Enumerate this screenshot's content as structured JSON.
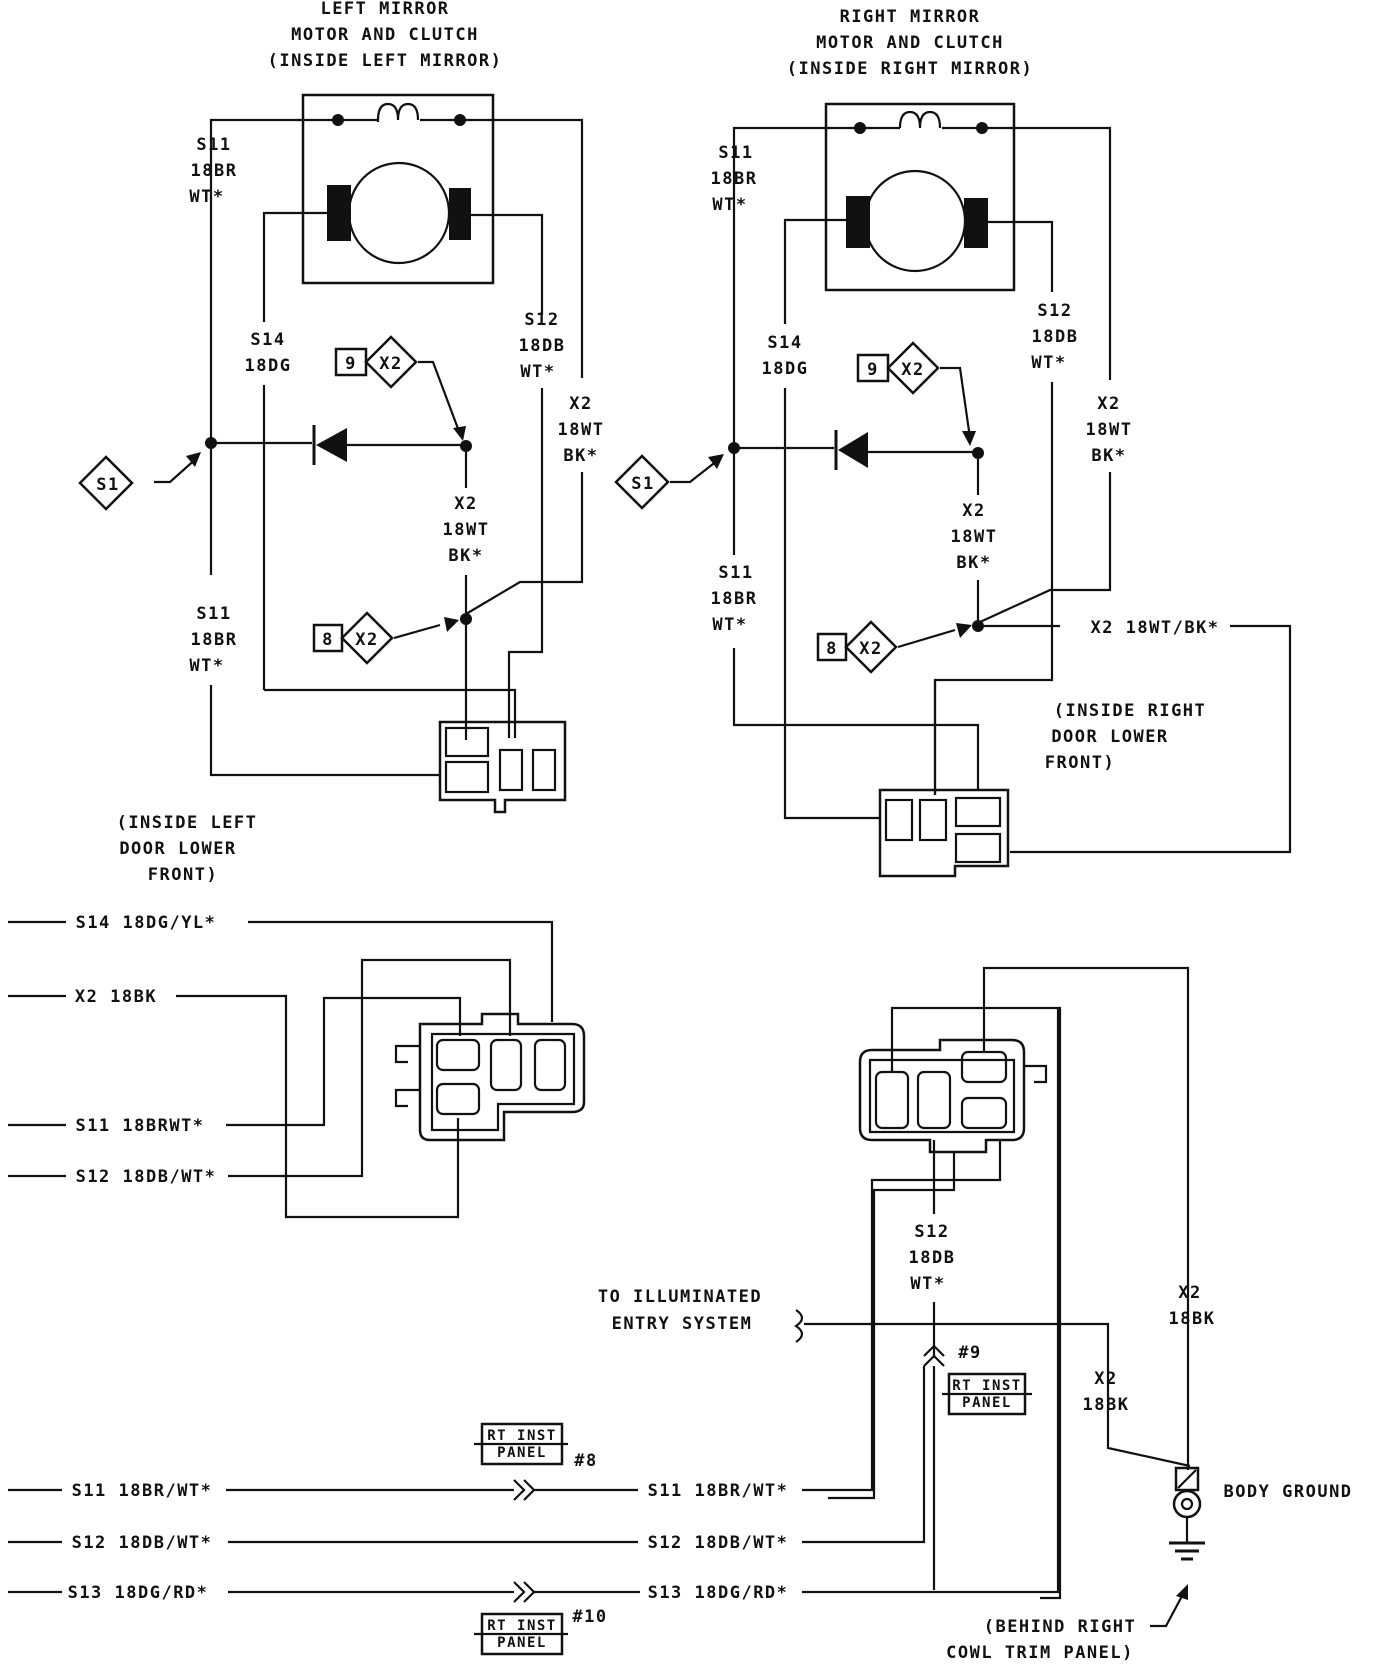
{
  "left_mirror": {
    "title": [
      "LEFT MIRROR",
      "MOTOR AND CLUTCH",
      "(INSIDE LEFT MIRROR)"
    ],
    "s11_top": [
      "S11",
      "18BR",
      "WT*"
    ],
    "s14": [
      "S14",
      "18DG"
    ],
    "s12": [
      "S12",
      "18DB",
      "WT*"
    ],
    "x2_right": [
      "X2",
      "18WT",
      "BK*"
    ],
    "x2_mid": [
      "X2",
      "18WT",
      "BK*"
    ],
    "s11_low": [
      "S11",
      "18BR",
      "WT*"
    ],
    "splice_s1": "S1",
    "conn9_num": "9",
    "conn9_id": "X2",
    "conn8_num": "8",
    "conn8_id": "X2",
    "location": [
      "(INSIDE LEFT",
      "DOOR LOWER",
      "FRONT)"
    ]
  },
  "right_mirror": {
    "title": [
      "RIGHT MIRROR",
      "MOTOR AND CLUTCH",
      "(INSIDE RIGHT MIRROR)"
    ],
    "s11_top": [
      "S11",
      "18BR",
      "WT*"
    ],
    "s14": [
      "S14",
      "18DG"
    ],
    "s12": [
      "S12",
      "18DB",
      "WT*"
    ],
    "x2_right": [
      "X2",
      "18WT",
      "BK*"
    ],
    "x2_mid": [
      "X2",
      "18WT",
      "BK*"
    ],
    "s11_low": [
      "S11",
      "18BR",
      "WT*"
    ],
    "x2_out": "X2 18WT/BK*",
    "splice_s1": "S1",
    "conn9_num": "9",
    "conn9_id": "X2",
    "conn8_num": "8",
    "conn8_id": "X2",
    "location": [
      "(INSIDE RIGHT",
      "DOOR LOWER",
      "FRONT)"
    ]
  },
  "left_connector_wires": [
    "S14 18DG/YL*",
    "X2 18BK",
    "S11 18BRWT*",
    "S12 18DB/WT*"
  ],
  "right_lower": {
    "s12": [
      "S12",
      "18DB",
      "WT*"
    ],
    "illuminated": [
      "TO ILLUMINATED",
      "ENTRY SYSTEM"
    ],
    "x2_a": [
      "X2",
      "18BK"
    ],
    "x2_b": [
      "X2",
      "18BK"
    ],
    "body_ground": "BODY GROUND",
    "ground_location": [
      "(BEHIND RIGHT",
      "COWL TRIM PANEL)"
    ],
    "conn9_ref": "#9",
    "rt_inst_panel_9": [
      "RT INST",
      "PANEL"
    ]
  },
  "bottom_wires": {
    "left": [
      "S11 18BR/WT*",
      "S12 18DB/WT*",
      "S13 18DG/RD*"
    ],
    "right": [
      "S11 18BR/WT*",
      "S12 18DB/WT*",
      "S13 18DG/RD*"
    ],
    "panel8": [
      "RT INST",
      "PANEL"
    ],
    "panel8_ref": "#8",
    "panel10": [
      "RT INST",
      "PANEL"
    ],
    "panel10_ref": "#10"
  }
}
